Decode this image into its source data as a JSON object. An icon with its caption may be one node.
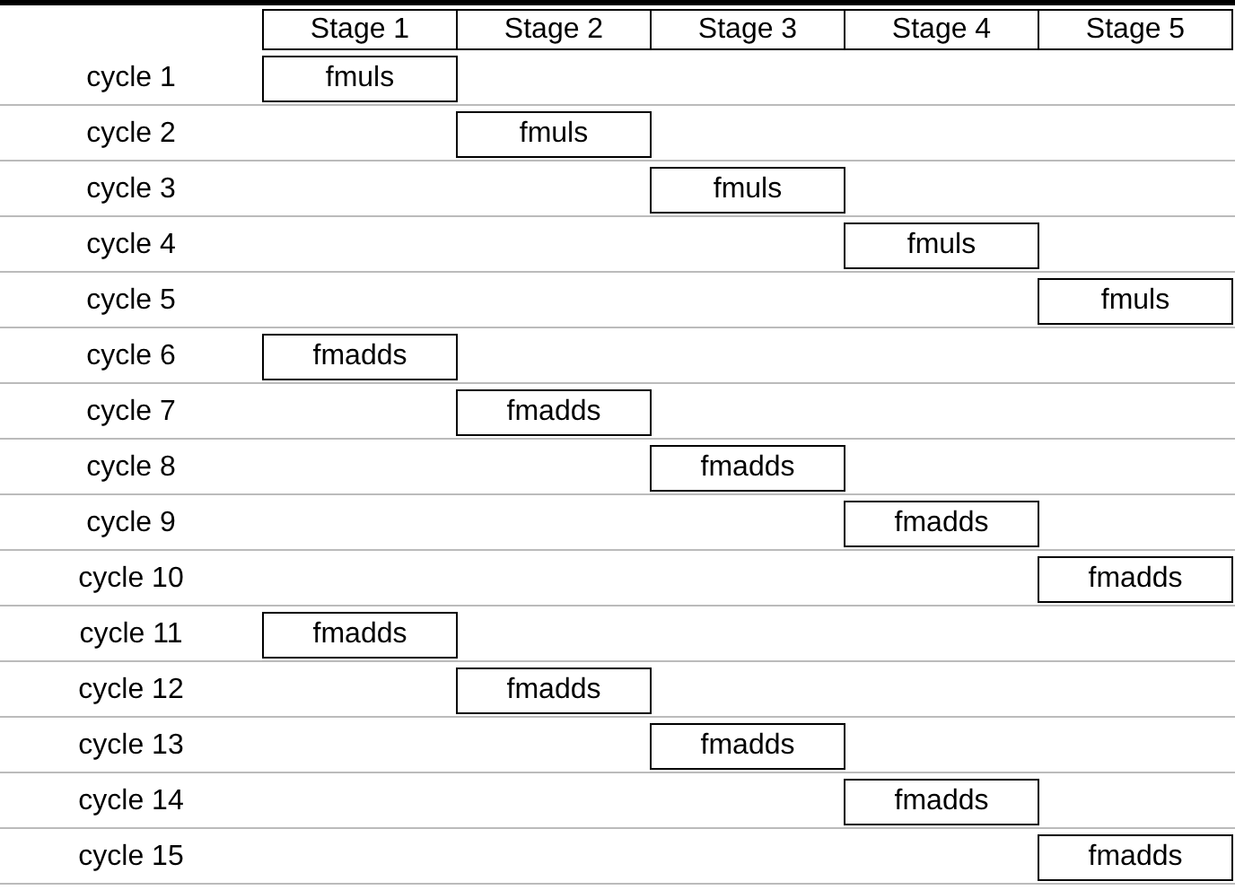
{
  "diagram": {
    "labels": [
      "Stage 1",
      "Stage 2",
      "Stage 3",
      "Stage 4",
      "Stage 5",
      "cycle 1",
      "fmuls",
      "cycle 2",
      "fmuls",
      "cycle 3",
      "fmuls",
      "cycle 4",
      "fmuls",
      "cycle 5",
      "fmuls",
      "cycle 6",
      "fmadds",
      "cycle 7",
      "fmadds",
      "cycle 8",
      "fmadds",
      "cycle 9",
      "fmadds",
      "cycle 10",
      "fmadds",
      "cycle 11",
      "fmadds",
      "cycle 12",
      "fmadds",
      "cycle 13",
      "fmadds",
      "cycle 14",
      "fmadds",
      "cycle 15",
      "fmadds"
    ]
  }
}
